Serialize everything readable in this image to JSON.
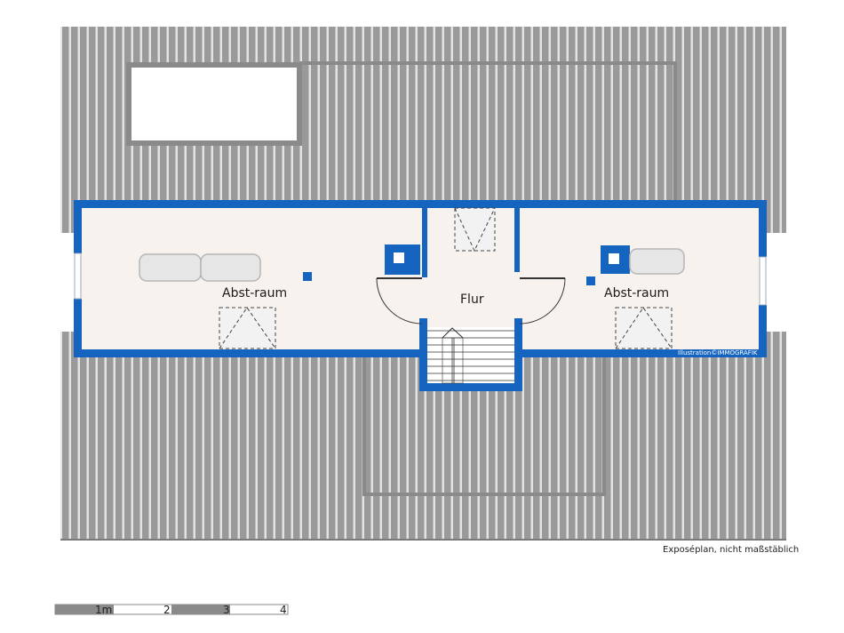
{
  "rooms": {
    "left": "Abst-raum",
    "center": "Flur",
    "right": "Abst-raum"
  },
  "credit": "Illustration©IMMOGRAFIK",
  "note": "Exposéplan, nicht maßstäblich",
  "scale": {
    "unit_label": "1m",
    "ticks": [
      "2",
      "3",
      "4"
    ]
  },
  "colors": {
    "roof_stripe": "#9a9a9a",
    "roof_gap": "#e3e3e3",
    "wall": "#1565c0",
    "floor": "#f8f2ee",
    "scale_dark": "#8a8a8a"
  }
}
